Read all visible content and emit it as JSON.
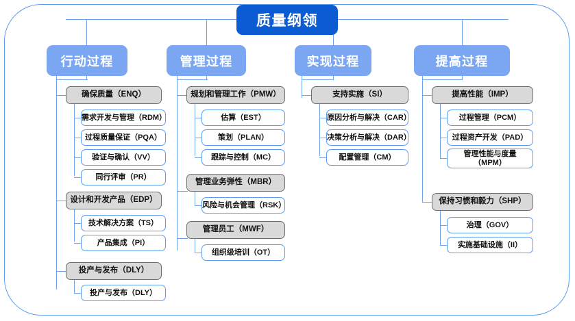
{
  "diagram": {
    "title": "质量纲领",
    "columns": [
      {
        "header": "行动过程",
        "groups": [
          {
            "label": "确保质量（ENQ）",
            "children": [
              "需求开发与管理（RDM）",
              "过程质量保证（PQA）",
              "验证与确认（VV）",
              "同行评审（PR）"
            ]
          },
          {
            "label": "设计和开发产品（EDP）",
            "children": [
              "技术解决方案（TS）",
              "产品集成（PI）"
            ]
          },
          {
            "label": "投产与发布（DLY）",
            "children": [
              "投产与发布（DLY）"
            ]
          }
        ]
      },
      {
        "header": "管理过程",
        "groups": [
          {
            "label": "规划和管理工作（PMW）",
            "children": [
              "估算（EST）",
              "策划（PLAN）",
              "跟踪与控制（MC）"
            ]
          },
          {
            "label": "管理业务弹性（MBR）",
            "children": [
              "风险与机会管理（RSK）"
            ]
          },
          {
            "label": "管理员工（MWF）",
            "children": [
              "组织级培训（OT）"
            ]
          }
        ]
      },
      {
        "header": "实现过程",
        "groups": [
          {
            "label": "支持实施（SI）",
            "children": [
              "原因分析与解决（CAR）",
              "决策分析与解决（DAR）",
              "配置管理（CM）"
            ]
          }
        ]
      },
      {
        "header": "提高过程",
        "groups": [
          {
            "label": "提高性能（IMP）",
            "children": [
              "过程管理（PCM）",
              "过程资产开发（PAD）",
              "管理性能与度量\n（MPM）"
            ]
          },
          {
            "label": "保持习惯和毅力（SHP）",
            "children": [
              "治理（GOV）",
              "实施基础设施（II）"
            ]
          }
        ]
      }
    ],
    "colors": {
      "title_blue": "#0B5BD3",
      "header_blue": "#7BA7F2",
      "node_gray": "#D9D9D9",
      "node_gray_border": "#6D6D6D",
      "node_white_border": "#5B9BF0",
      "connector_blue": "#6FA3EC",
      "connector_gray": "#8A8A8A",
      "frame_border": "#5B9BF0"
    }
  }
}
